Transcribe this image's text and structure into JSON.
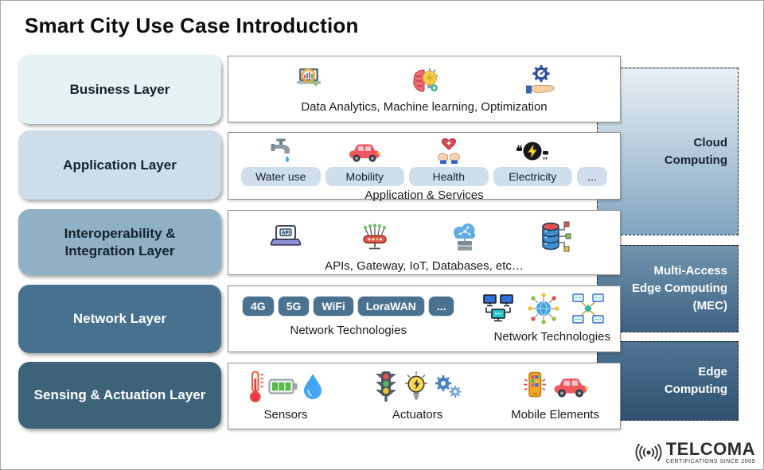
{
  "title": "Smart City Use Case Introduction",
  "layers": {
    "business": {
      "label": "Business Layer",
      "caption": "Data Analytics, Machine learning, Optimization",
      "icons": [
        "analytics-laptop",
        "machine-learning-brain",
        "optimization-gear-hand"
      ]
    },
    "application": {
      "label": "Application Layer",
      "caption": "Application & Services",
      "pills": [
        "Water use",
        "Mobility",
        "Health",
        "Electricity",
        "..."
      ],
      "icons": [
        "water-faucet",
        "mobility-car",
        "health-heart-hands",
        "electricity-plug"
      ]
    },
    "interoperability": {
      "label": "Interoperability & Integration Layer",
      "caption": "APIs, Gateway, IoT, Databases, etc…",
      "api_icon_text": "API",
      "icons": [
        "api-laptop",
        "gateway-device",
        "iot-cloud-server",
        "database-stack"
      ]
    },
    "network": {
      "label": "Network Layer",
      "pills": [
        "4G",
        "5G",
        "WiFi",
        "LoraWAN",
        "..."
      ],
      "caption_left": "Network Technologies",
      "caption_right": "Network Technologies",
      "icons": [
        "computer-network",
        "globe-network",
        "distributed-network"
      ]
    },
    "sensing": {
      "label": "Sensing & Actuation Layer",
      "groups": [
        "Sensors",
        "Actuators",
        "Mobile Elements"
      ],
      "icons": [
        "thermometer",
        "battery",
        "water-drop",
        "traffic-light",
        "bulb",
        "gears",
        "smartphone",
        "car"
      ]
    }
  },
  "right_panels": {
    "cloud": {
      "lines": [
        "Cloud",
        "Computing"
      ]
    },
    "mec": {
      "lines": [
        "Multi-Access",
        "Edge Computing",
        "(MEC)"
      ]
    },
    "edge": {
      "lines": [
        "Edge",
        "Computing"
      ]
    }
  },
  "logo": {
    "name": "TELCOMA",
    "tagline": "CERTIFICATIONS SINCE 2009"
  },
  "colors": {
    "layer_business_bg": "#e4f2f4",
    "layer_application_bg": "#cddeea",
    "layer_interoperability_bg": "#8fb0c5",
    "layer_network_bg": "#47718f",
    "layer_sensing_bg": "#3d6379",
    "cloud_gradient": [
      "#eaf0f5",
      "#7fa6c1"
    ],
    "mec_gradient": [
      "#7296ae",
      "#3d6182"
    ],
    "edge_gradient": [
      "#4f7392",
      "#2e5270"
    ],
    "pill_light_bg": "#cfdeec",
    "pill_dark_bg": "#4a7290"
  }
}
